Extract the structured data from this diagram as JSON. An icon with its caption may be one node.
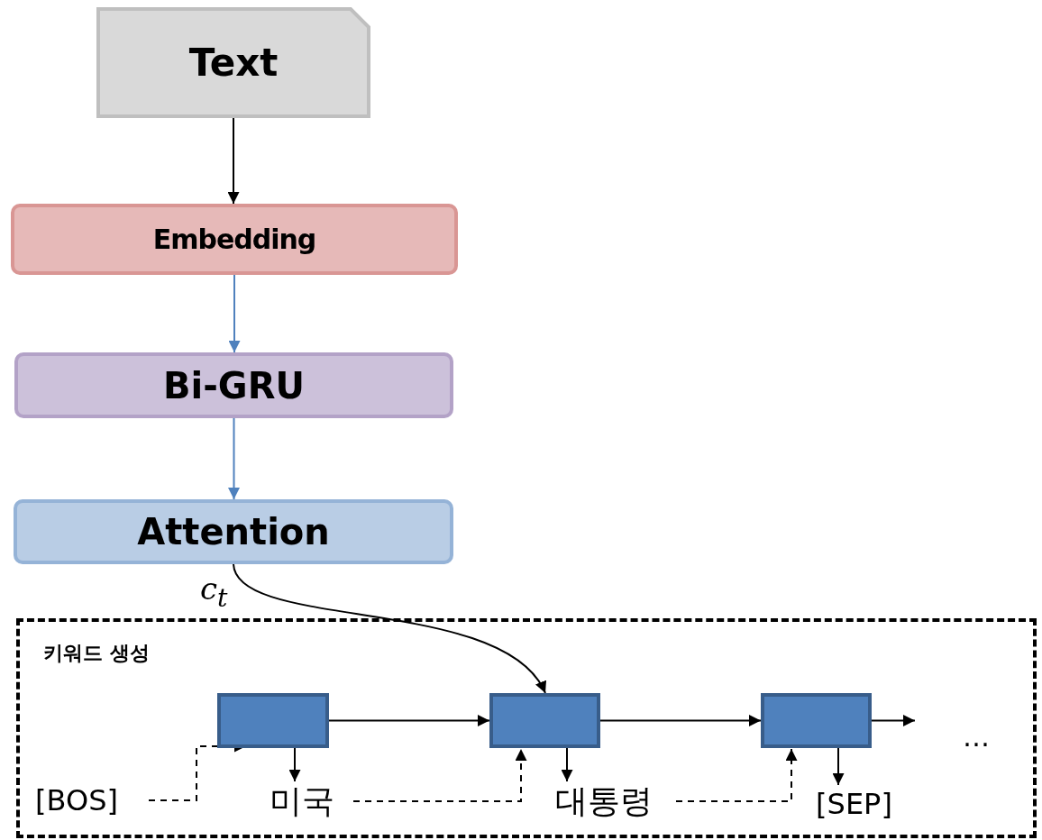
{
  "diagram": {
    "nodes": [
      {
        "text": [
          "Text"
        ]
      },
      {
        "text": [
          "Embedding"
        ]
      },
      {
        "text": [
          "Bi-GRU"
        ]
      },
      {
        "text": [
          "Attention"
        ]
      },
      {
        "text": [
          "키워드 생성"
        ]
      },
      {
        "text": [],
        "shape": "box",
        "in": 4
      },
      {
        "text": [],
        "shape": "box",
        "in": 4
      },
      {
        "text": [],
        "shape": "box",
        "in": 4
      },
      {
        "text": [
          "[BOS]"
        ],
        "in": 4
      },
      {
        "text": [
          "미국"
        ],
        "in": 4
      },
      {
        "text": [
          "대통령"
        ],
        "in": 4
      },
      {
        "text": [
          "[SEP]"
        ],
        "in": 4
      }
    ],
    "edges": [
      {
        "from": 0,
        "to": 1,
        "arrow": "to"
      },
      {
        "from": 1,
        "to": 2,
        "arrow": "to",
        "color": "#4f81bd"
      },
      {
        "from": 2,
        "to": 3,
        "arrow": "to",
        "color": "#4f81bd"
      },
      {
        "from": 3,
        "to": 6,
        "arrow": "to",
        "label": "c$_{t}$"
      },
      {
        "from": 5,
        "to": 6,
        "arrow": "to"
      },
      {
        "from": 6,
        "to": 7,
        "arrow": "to"
      },
      {
        "from": 7,
        "to": null,
        "arrow": "to"
      },
      {
        "from": 5,
        "to": 9,
        "arrow": "to"
      },
      {
        "from": 6,
        "to": 10,
        "arrow": "to"
      },
      {
        "from": 7,
        "to": 11,
        "arrow": "to"
      },
      {
        "from": 8,
        "to": 5,
        "arrow": "to",
        "style": "dashed"
      },
      {
        "from": 9,
        "to": 6,
        "arrow": "to",
        "style": "dashed"
      },
      {
        "from": 10,
        "to": 7,
        "arrow": "to",
        "style": "dashed"
      }
    ],
    "labels": [
      "…"
    ]
  }
}
